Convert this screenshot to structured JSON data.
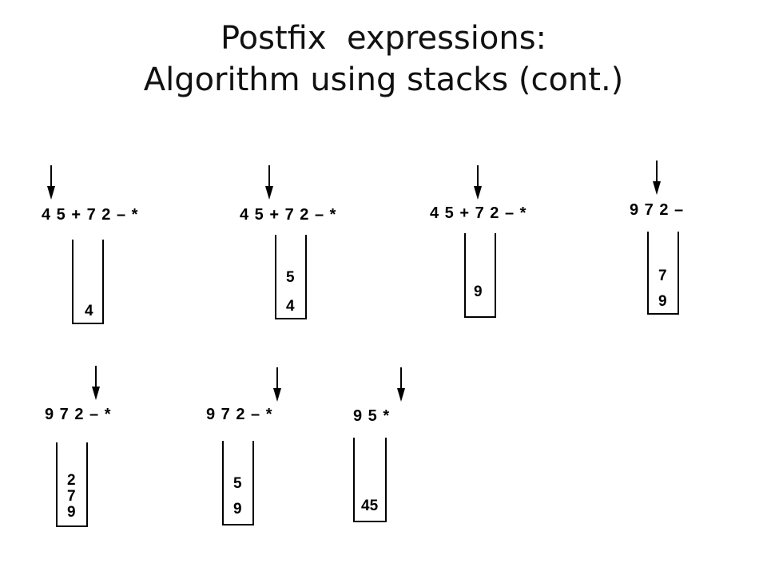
{
  "title": {
    "line1": "Postfix  expressions:",
    "line2": "Algorithm using stacks (cont.)"
  },
  "panels": [
    {
      "expression": "4 5 + 7 2 – *",
      "stack": [
        "4"
      ]
    },
    {
      "expression": "4 5 + 7 2 – *",
      "stack": [
        "5",
        "4"
      ]
    },
    {
      "expression": "4 5 + 7 2 – *",
      "stack": [
        "9"
      ]
    },
    {
      "expression": "9 7 2 –",
      "stack": [
        "7",
        "9"
      ]
    },
    {
      "expression": "9 7 2 – *",
      "stack": [
        "2",
        "7",
        "9"
      ]
    },
    {
      "expression": "9 7 2 – *",
      "stack": [
        "5",
        "9"
      ]
    },
    {
      "expression": "9 5 *",
      "stack": [
        "45"
      ]
    }
  ],
  "icons": {
    "pointer": "down-arrow-icon"
  }
}
